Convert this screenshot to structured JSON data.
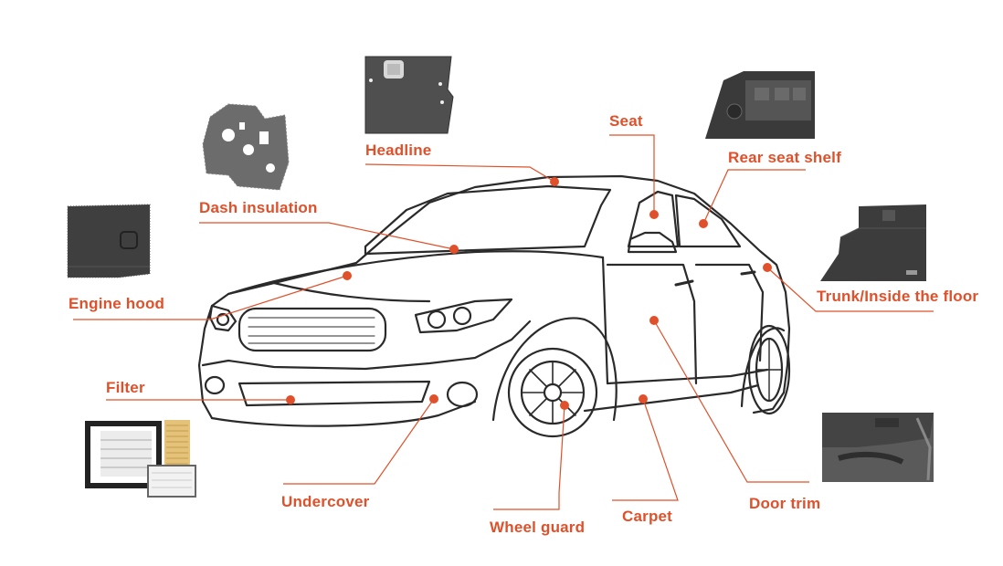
{
  "colors": {
    "accent": "#e0502a",
    "outline": "#2a2a2a",
    "part": "#4a4a4a"
  },
  "labels": {
    "headline": "Headline",
    "seat": "Seat",
    "rear_seat_shelf": "Rear seat shelf",
    "dash_insulation": "Dash insulation",
    "engine_hood": "Engine hood",
    "trunk_floor": "Trunk/Inside the floor",
    "filter": "Filter",
    "undercover": "Undercover",
    "wheel_guard": "Wheel guard",
    "carpet": "Carpet",
    "door_trim": "Door trim"
  },
  "part_images": [
    "headliner-part",
    "rear-seat-shelf-part",
    "dash-insulation-part",
    "engine-hood-pad-part",
    "trunk-floor-part",
    "air-filter-part",
    "door-trim-part"
  ]
}
